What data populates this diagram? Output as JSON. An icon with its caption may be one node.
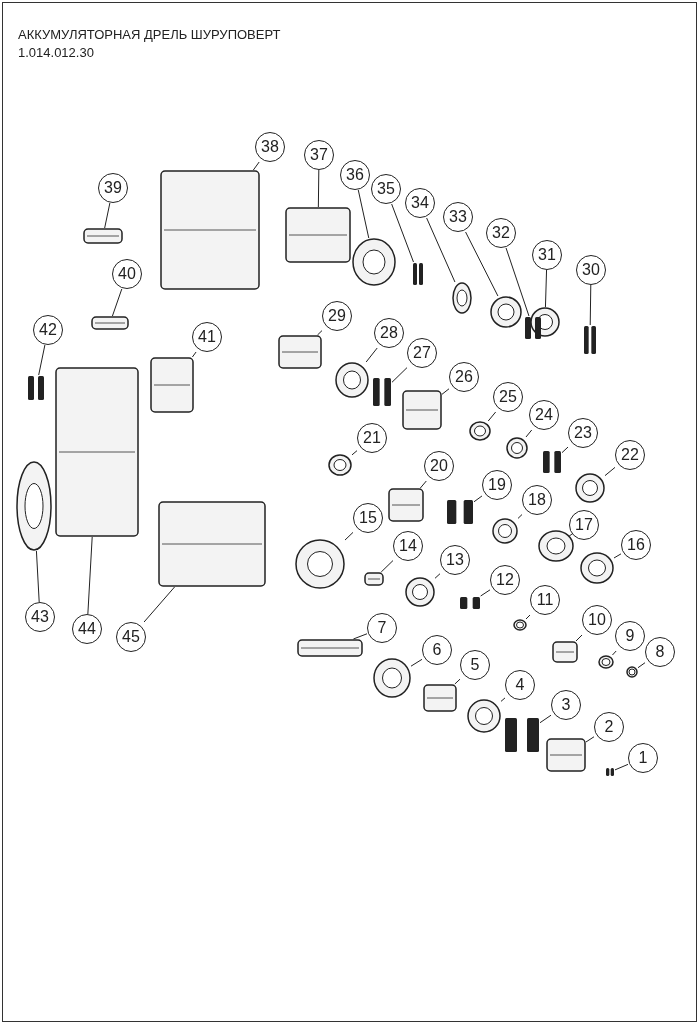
{
  "diagram": {
    "title": "АККУМУЛЯТОРНАЯ ДРЕЛЬ ШУРУПОВЕРТ",
    "labels": [
      "1.014.012.30"
    ],
    "nodes": [
      {
        "text": [
          "1"
        ]
      },
      {
        "text": [],
        "shape": "picture"
      },
      {
        "text": [
          "2"
        ]
      },
      {
        "text": [],
        "shape": "picture"
      },
      {
        "text": [
          "3"
        ]
      },
      {
        "text": [],
        "shape": "picture"
      },
      {
        "text": [
          "4"
        ]
      },
      {
        "text": [],
        "shape": "picture"
      },
      {
        "text": [
          "5"
        ]
      },
      {
        "text": [],
        "shape": "picture"
      },
      {
        "text": [
          "6"
        ]
      },
      {
        "text": [],
        "shape": "picture"
      },
      {
        "text": [
          "7"
        ]
      },
      {
        "text": [],
        "shape": "picture"
      },
      {
        "text": [
          "8"
        ]
      },
      {
        "text": [],
        "shape": "picture"
      },
      {
        "text": [
          "9"
        ]
      },
      {
        "text": [],
        "shape": "picture"
      },
      {
        "text": [
          "10"
        ]
      },
      {
        "text": [],
        "shape": "picture"
      },
      {
        "text": [
          "11"
        ]
      },
      {
        "text": [],
        "shape": "picture"
      },
      {
        "text": [
          "12"
        ]
      },
      {
        "text": [],
        "shape": "picture"
      },
      {
        "text": [
          "13"
        ]
      },
      {
        "text": [],
        "shape": "picture"
      },
      {
        "text": [
          "14"
        ]
      },
      {
        "text": [],
        "shape": "picture"
      },
      {
        "text": [
          "15"
        ]
      },
      {
        "text": [],
        "shape": "picture"
      },
      {
        "text": [
          "16"
        ]
      },
      {
        "text": [],
        "shape": "picture"
      },
      {
        "text": [
          "17"
        ]
      },
      {
        "text": [],
        "shape": "picture"
      },
      {
        "text": [
          "18"
        ]
      },
      {
        "text": [],
        "shape": "picture"
      },
      {
        "text": [
          "19"
        ]
      },
      {
        "text": [],
        "shape": "picture"
      },
      {
        "text": [
          "20"
        ]
      },
      {
        "text": [],
        "shape": "picture"
      },
      {
        "text": [
          "21"
        ]
      },
      {
        "text": [],
        "shape": "picture"
      },
      {
        "text": [
          "22"
        ]
      },
      {
        "text": [],
        "shape": "picture"
      },
      {
        "text": [
          "23"
        ]
      },
      {
        "text": [],
        "shape": "picture"
      },
      {
        "text": [
          "24"
        ]
      },
      {
        "text": [],
        "shape": "picture"
      },
      {
        "text": [
          "25"
        ]
      },
      {
        "text": [],
        "shape": "picture"
      },
      {
        "text": [
          "26"
        ]
      },
      {
        "text": [],
        "shape": "picture"
      },
      {
        "text": [
          "27"
        ]
      },
      {
        "text": [],
        "shape": "picture"
      },
      {
        "text": [
          "28"
        ]
      },
      {
        "text": [],
        "shape": "picture"
      },
      {
        "text": [
          "29"
        ]
      },
      {
        "text": [],
        "shape": "picture"
      },
      {
        "text": [
          "30"
        ]
      },
      {
        "text": [],
        "shape": "picture"
      },
      {
        "text": [
          "31"
        ]
      },
      {
        "text": [],
        "shape": "picture"
      },
      {
        "text": [
          "32"
        ]
      },
      {
        "text": [],
        "shape": "picture"
      },
      {
        "text": [
          "33"
        ]
      },
      {
        "text": [],
        "shape": "picture"
      },
      {
        "text": [
          "34"
        ]
      },
      {
        "text": [],
        "shape": "picture"
      },
      {
        "text": [
          "35"
        ]
      },
      {
        "text": [],
        "shape": "picture"
      },
      {
        "text": [
          "36"
        ]
      },
      {
        "text": [],
        "shape": "picture"
      },
      {
        "text": [
          "37"
        ]
      },
      {
        "text": [],
        "shape": "picture"
      },
      {
        "text": [
          "38"
        ]
      },
      {
        "text": [],
        "shape": "picture"
      },
      {
        "text": [
          "39"
        ]
      },
      {
        "text": [],
        "shape": "picture"
      },
      {
        "text": [
          "40"
        ]
      },
      {
        "text": [],
        "shape": "picture"
      },
      {
        "text": [
          "41"
        ]
      },
      {
        "text": [],
        "shape": "picture"
      },
      {
        "text": [
          "42"
        ]
      },
      {
        "text": [],
        "shape": "picture"
      },
      {
        "text": [
          "43"
        ]
      },
      {
        "text": [],
        "shape": "picture"
      },
      {
        "text": [
          "44"
        ]
      },
      {
        "text": [],
        "shape": "picture"
      },
      {
        "text": [
          "45"
        ]
      },
      {
        "text": [],
        "shape": "picture"
      }
    ],
    "edges": [
      {
        "from": 0,
        "to": 1,
        "arrow": "none"
      },
      {
        "from": 2,
        "to": 3,
        "arrow": "none"
      },
      {
        "from": 4,
        "to": 5,
        "arrow": "none"
      },
      {
        "from": 6,
        "to": 7,
        "arrow": "none"
      },
      {
        "from": 8,
        "to": 9,
        "arrow": "none"
      },
      {
        "from": 10,
        "to": 11,
        "arrow": "none"
      },
      {
        "from": 12,
        "to": 13,
        "arrow": "none"
      },
      {
        "from": 14,
        "to": 15,
        "arrow": "none"
      },
      {
        "from": 16,
        "to": 17,
        "arrow": "none"
      },
      {
        "from": 18,
        "to": 19,
        "arrow": "none"
      },
      {
        "from": 20,
        "to": 21,
        "arrow": "none"
      },
      {
        "from": 22,
        "to": 23,
        "arrow": "none"
      },
      {
        "from": 24,
        "to": 25,
        "arrow": "none"
      },
      {
        "from": 26,
        "to": 27,
        "arrow": "none"
      },
      {
        "from": 28,
        "to": 29,
        "arrow": "none"
      },
      {
        "from": 30,
        "to": 31,
        "arrow": "none"
      },
      {
        "from": 32,
        "to": 33,
        "arrow": "none"
      },
      {
        "from": 34,
        "to": 35,
        "arrow": "none"
      },
      {
        "from": 36,
        "to": 37,
        "arrow": "none"
      },
      {
        "from": 38,
        "to": 39,
        "arrow": "none"
      },
      {
        "from": 40,
        "to": 41,
        "arrow": "none"
      },
      {
        "from": 42,
        "to": 43,
        "arrow": "none"
      },
      {
        "from": 44,
        "to": 45,
        "arrow": "none"
      },
      {
        "from": 46,
        "to": 47,
        "arrow": "none"
      },
      {
        "from": 48,
        "to": 49,
        "arrow": "none"
      },
      {
        "from": 50,
        "to": 51,
        "arrow": "none"
      },
      {
        "from": 52,
        "to": 53,
        "arrow": "none"
      },
      {
        "from": 54,
        "to": 55,
        "arrow": "none"
      },
      {
        "from": 56,
        "to": 57,
        "arrow": "none"
      },
      {
        "from": 58,
        "to": 59,
        "arrow": "none"
      },
      {
        "from": 60,
        "to": 61,
        "arrow": "none"
      },
      {
        "from": 62,
        "to": 63,
        "arrow": "none"
      },
      {
        "from": 64,
        "to": 65,
        "arrow": "none"
      },
      {
        "from": 66,
        "to": 67,
        "arrow": "none"
      },
      {
        "from": 68,
        "to": 69,
        "arrow": "none"
      },
      {
        "from": 70,
        "to": 71,
        "arrow": "none"
      },
      {
        "from": 72,
        "to": 73,
        "arrow": "none"
      },
      {
        "from": 74,
        "to": 75,
        "arrow": "none"
      },
      {
        "from": 76,
        "to": 77,
        "arrow": "none"
      },
      {
        "from": 78,
        "to": 79,
        "arrow": "none"
      },
      {
        "from": 80,
        "to": 81,
        "arrow": "none"
      },
      {
        "from": 82,
        "to": 83,
        "arrow": "none"
      },
      {
        "from": 84,
        "to": 85,
        "arrow": "none"
      },
      {
        "from": 86,
        "to": 87,
        "arrow": "none"
      },
      {
        "from": 88,
        "to": 89,
        "arrow": "none"
      }
    ]
  }
}
